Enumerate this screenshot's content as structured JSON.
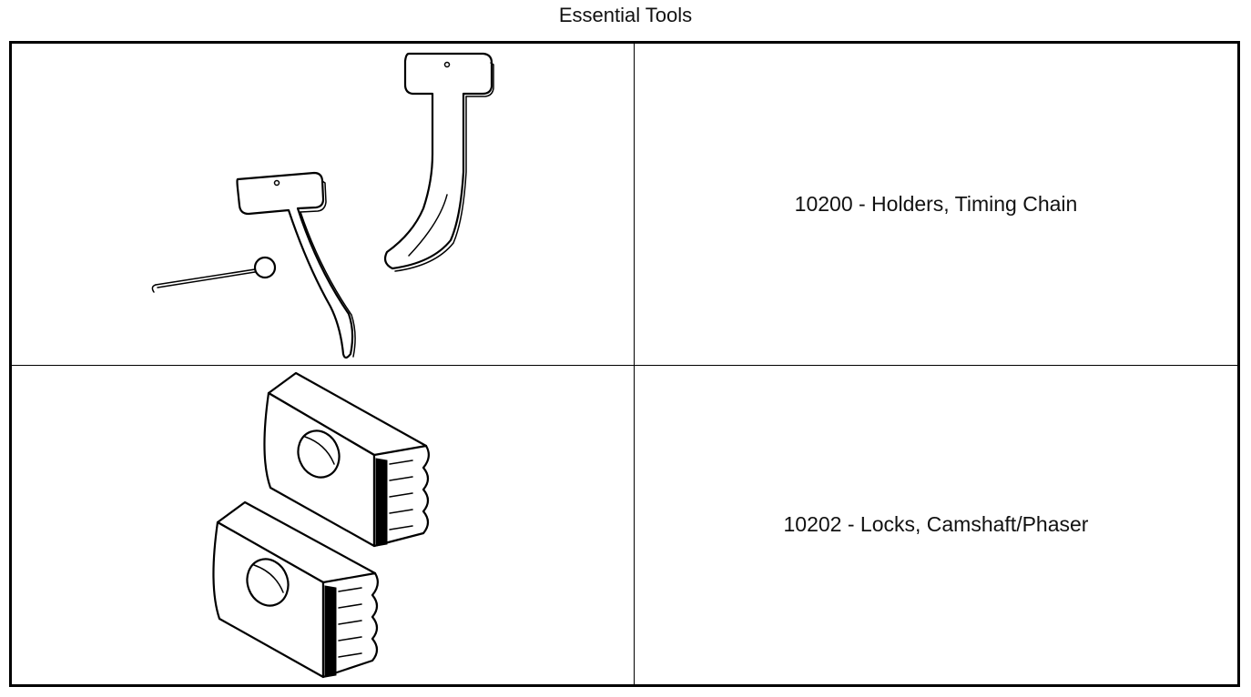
{
  "title": "Essential Tools",
  "tools": [
    {
      "label": "10200 - Holders, Timing Chain",
      "illustration_icon": "timing-chain-holders-icon"
    },
    {
      "label": "10202 - Locks, Camshaft/Phaser",
      "illustration_icon": "camshaft-phaser-locks-icon"
    }
  ]
}
